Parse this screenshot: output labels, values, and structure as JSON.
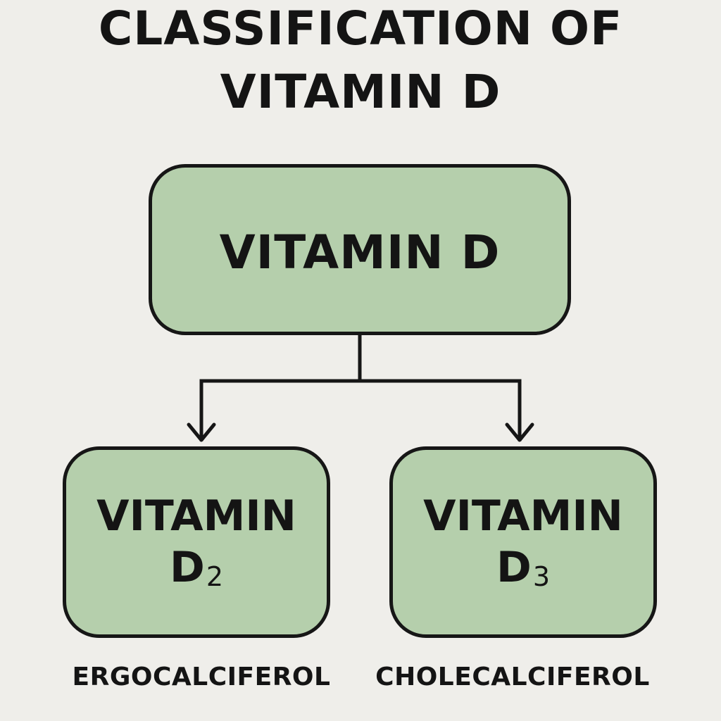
{
  "title": {
    "line1": "CLASSIFICATION OF",
    "line2": "VITAMIN D"
  },
  "root": {
    "label": "VITAMIN D"
  },
  "children": [
    {
      "line1": "VITAMIN",
      "letter": "D",
      "subscript": "2",
      "caption": "ERGOCALCIFEROL"
    },
    {
      "line1": "VITAMIN",
      "letter": "D",
      "subscript": "3",
      "caption": "CHOLECALCIFEROL"
    }
  ],
  "colors": {
    "background": "#efeeea",
    "node_fill": "#b5cfac",
    "stroke": "#161616"
  }
}
